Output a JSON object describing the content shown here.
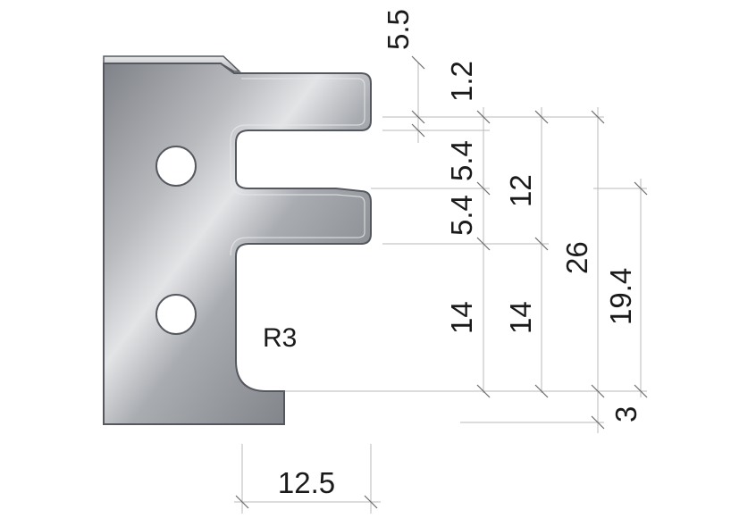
{
  "colors": {
    "profile_light": "#d9dadc",
    "profile_mid": "#9fa2a7",
    "profile_dark": "#6f7278",
    "outline": "#55585e",
    "dimension_line": "#b9b9b9",
    "text": "#1a1a1a"
  },
  "dimensions": {
    "top_gap": "5.5",
    "edge_step": "1.2",
    "upper_tongue": "5.4",
    "groove_width": "5.4",
    "groove_span": "12",
    "lower_face": "14",
    "lower_face_2": "14",
    "total_height": "26",
    "inner_height": "19.4",
    "bottom_offset": "3",
    "depth_width": "12.5"
  },
  "labels": {
    "radius": "R3"
  }
}
